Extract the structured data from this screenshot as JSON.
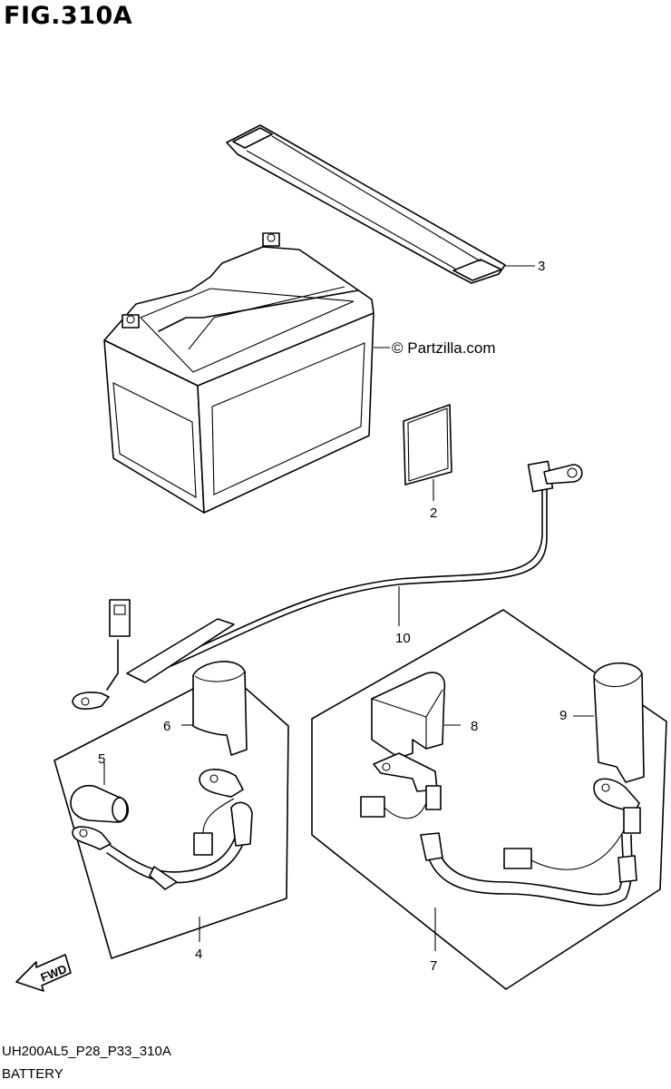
{
  "figure_title": "FIG.310A",
  "footer": {
    "model_code": "UH200AL5_P28_P33_310A",
    "section": "BATTERY"
  },
  "watermark": "© Partzilla.com",
  "fwd_label": "FWD",
  "callouts": [
    "2",
    "3",
    "4",
    "5",
    "6",
    "7",
    "8",
    "9",
    "10"
  ]
}
